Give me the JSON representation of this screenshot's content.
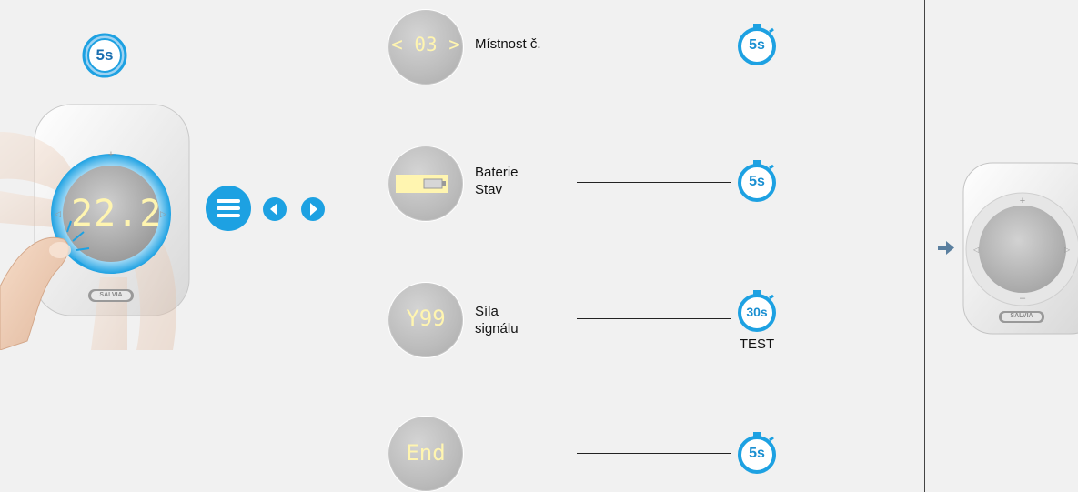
{
  "left_panel": {
    "hold_badge": "5s",
    "display_value": "22.2",
    "brand_logo": "SALVIA"
  },
  "rows": [
    {
      "lcd": "< 03 >",
      "label": "Místnost č.",
      "timer": "5s",
      "note": ""
    },
    {
      "lcd": "battery",
      "label_lines": [
        "Baterie",
        "Stav"
      ],
      "timer": "5s",
      "note": ""
    },
    {
      "lcd": "Y99",
      "label_lines": [
        "Síla",
        "signálu"
      ],
      "timer": "30s",
      "note": "TEST"
    },
    {
      "lcd": "End",
      "label": "",
      "timer": "5s",
      "note": ""
    }
  ],
  "icons": {
    "menu": "menu-icon",
    "left": "arrow-left-icon",
    "right": "arrow-right-icon",
    "arrow": "arrow-right-icon"
  },
  "colors": {
    "accent": "#1da1e2",
    "lcd": "#fff5b0",
    "background": "#f1f1f1"
  }
}
